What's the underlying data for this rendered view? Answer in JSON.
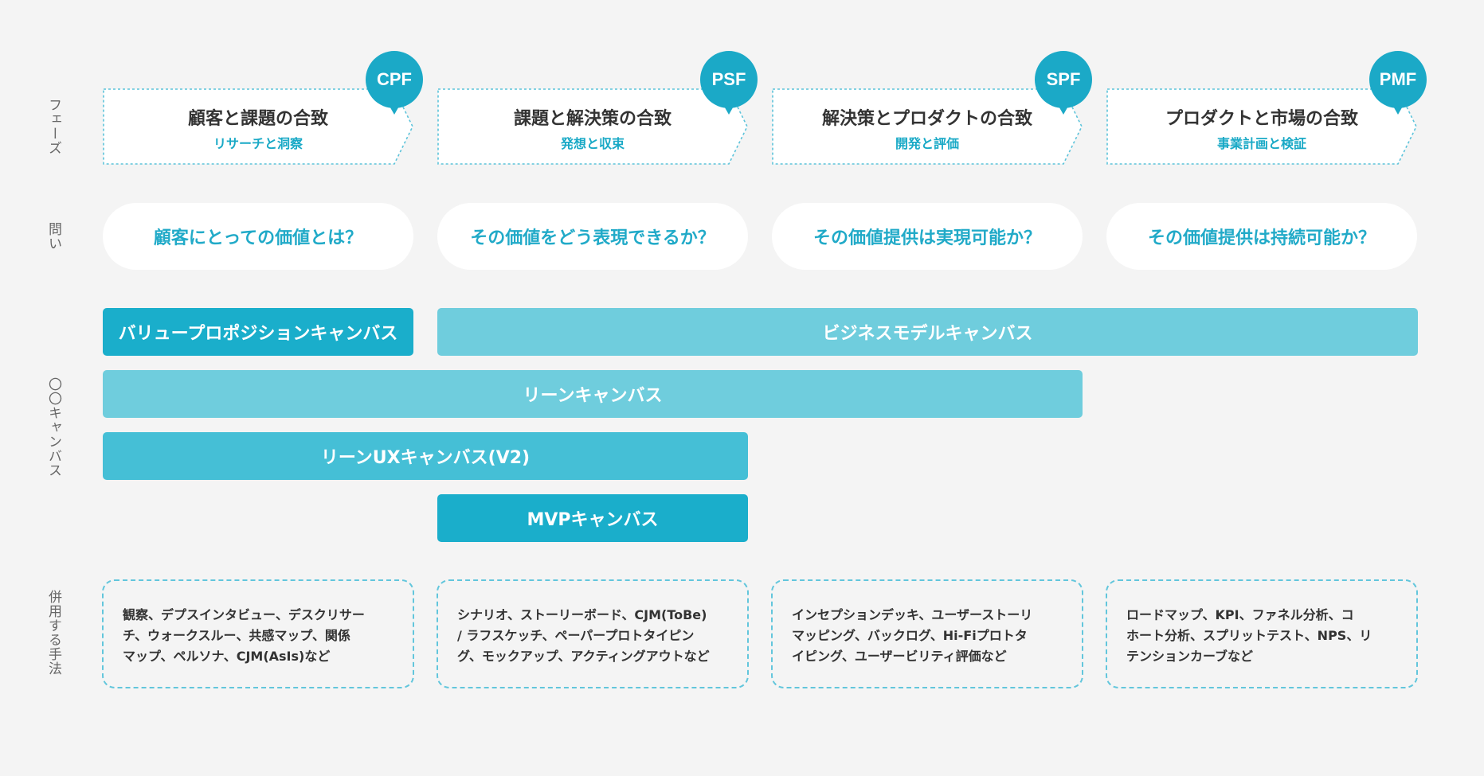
{
  "row_labels": {
    "phase": "フェーズ",
    "question": "問い",
    "canvas": "〇〇キャンバス",
    "methods": "併用する手法"
  },
  "phases": [
    {
      "badge": "CPF",
      "title": "顧客と課題の合致",
      "subtitle": "リサーチと洞察"
    },
    {
      "badge": "PSF",
      "title": "課題と解決策の合致",
      "subtitle": "発想と収束"
    },
    {
      "badge": "SPF",
      "title": "解決策とプロダクトの合致",
      "subtitle": "開発と評価"
    },
    {
      "badge": "PMF",
      "title": "プロダクトと市場の合致",
      "subtitle": "事業計画と検証"
    }
  ],
  "questions": [
    "顧客にとっての価値とは？",
    "その価値をどう表現できるか？",
    "その価値提供は実現可能か？",
    "その価値提供は持続可能か？"
  ],
  "canvases": {
    "value_proposition": "バリュープロポジションキャンバス",
    "business_model": "ビジネスモデルキャンバス",
    "lean": "リーンキャンバス",
    "lean_ux": "リーンUXキャンバス(V2)",
    "mvp": "MVPキャンバス"
  },
  "methods": [
    {
      "lines": [
        "観察、デプスインタビュー、デスクリサー",
        "チ、ウォークスルー、共感マップ、関係",
        "マップ、ペルソナ、CJM(AsIs)など"
      ]
    },
    {
      "lines": [
        "シナリオ、ストーリーボード、CJM(ToBe)",
        "/ ラフスケッチ、ペーパープロトタイピン",
        "グ、モックアップ、アクティングアウトなど"
      ]
    },
    {
      "lines": [
        "インセプションデッキ、ユーザーストーリ",
        "マッピング、バックログ、Hi-Fiプロトタ",
        "イピング、ユーザービリティ評価など"
      ]
    },
    {
      "lines": [
        "ロードマップ、KPI、ファネル分析、コ",
        "ホート分析、スプリットテスト、NPS、リ",
        "テンションカーブなど"
      ]
    }
  ],
  "colors": {
    "accent": "#1ba9c7",
    "bar_dark": "#1aaecb",
    "bar_mid": "#45bfd6",
    "bar_light": "#6fcddd",
    "border_dashed": "#62c6dc"
  }
}
